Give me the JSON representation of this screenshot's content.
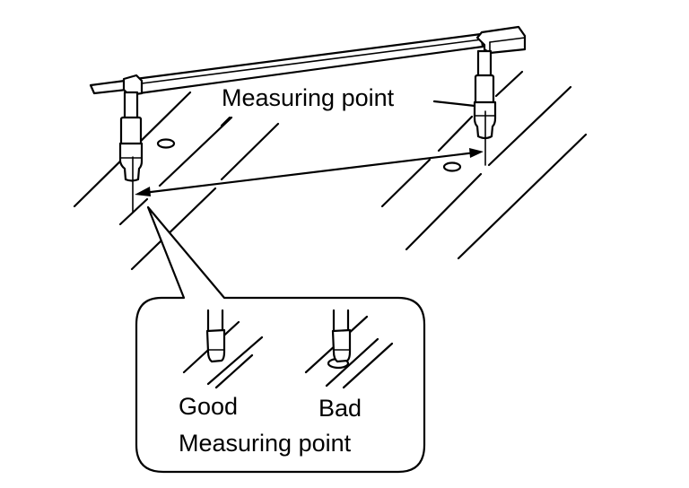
{
  "diagram": {
    "type": "technical-illustration",
    "subject": "bar gauge with two probes measuring across a surface",
    "labels": {
      "top_measuring_point": "Measuring point",
      "good": "Good",
      "bad": "Bad",
      "callout_measuring_point": "Measuring point"
    },
    "colors": {
      "line": "#000000",
      "background": "#ffffff"
    },
    "elements": [
      {
        "name": "gauge-bar",
        "description": "horizontal bar connecting two probes"
      },
      {
        "name": "left-probe",
        "description": "probe on left end of bar"
      },
      {
        "name": "right-probe",
        "description": "probe on right end of bar"
      },
      {
        "name": "measurement-arrow",
        "description": "double-headed arrow between probe tips"
      },
      {
        "name": "callout-bubble",
        "description": "detail callout showing good vs bad probe placement"
      }
    ]
  }
}
